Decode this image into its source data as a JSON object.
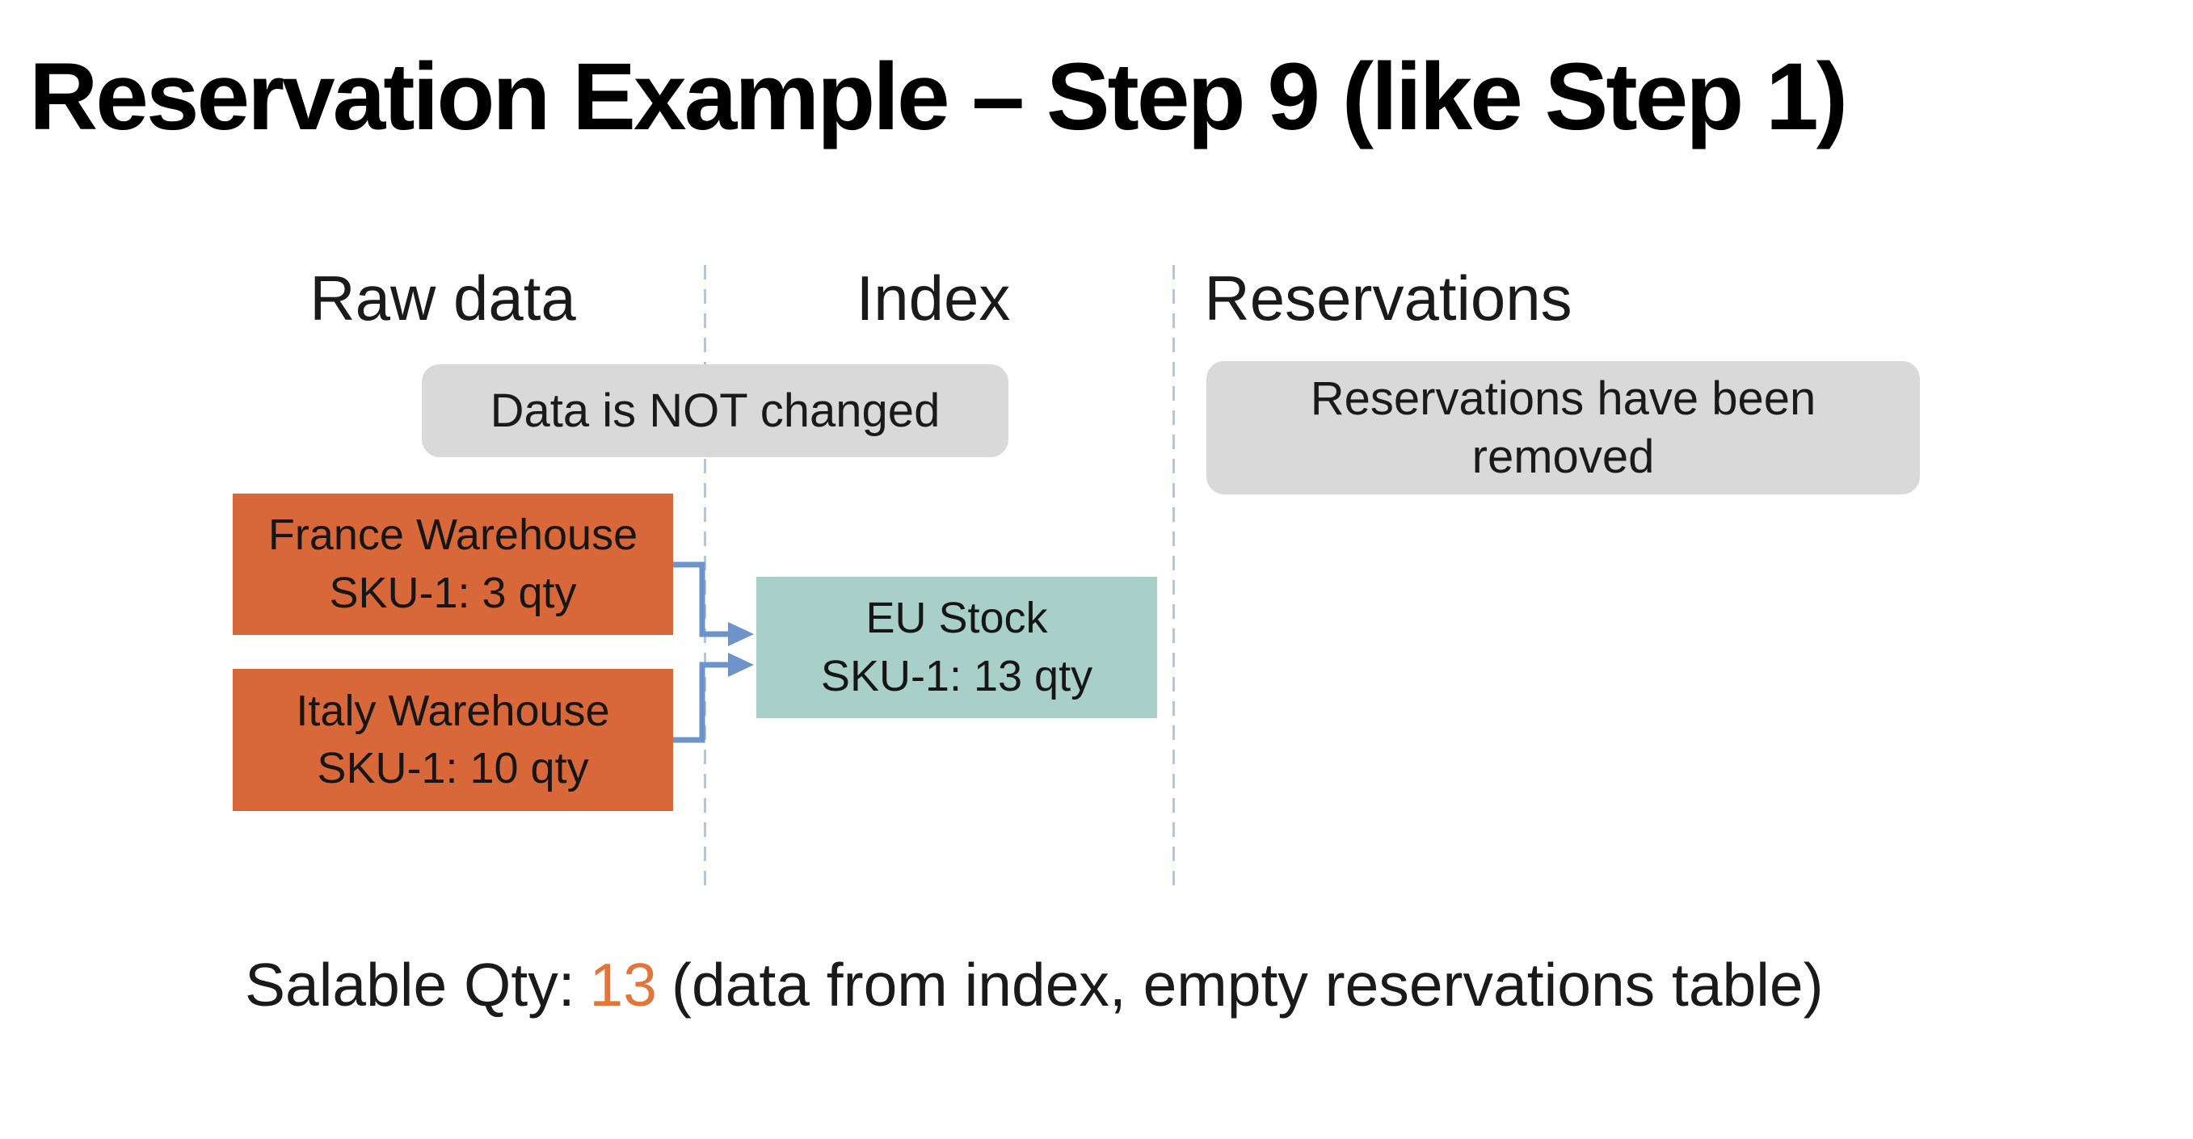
{
  "title": "Reservation Example – Step 9 (like Step 1)",
  "columns": {
    "raw_data": "Raw data",
    "index": "Index",
    "reservations": "Reservations"
  },
  "callouts": {
    "data_not_changed": "Data is NOT changed",
    "reservations_removed": "Reservations have been removed"
  },
  "warehouse_boxes": [
    {
      "name": "France Warehouse",
      "stock": "SKU-1: 3 qty"
    },
    {
      "name": "Italy Warehouse",
      "stock": "SKU-1: 10 qty"
    }
  ],
  "index_box": {
    "name": "EU Stock",
    "stock": "SKU-1: 13 qty"
  },
  "footer": {
    "label": "Salable Qty:",
    "value": "13",
    "note": "(data from index, empty reservations table)"
  },
  "colors": {
    "warehouse_orange": "#d8683a",
    "index_teal": "#a8d0c8",
    "callout_gray": "#d9d9d9",
    "divider_blue": "#aec7e2",
    "connector_blue": "#6d93cb",
    "qty_orange": "#e0763a",
    "text": "#1a1a1a",
    "background": "#ffffff"
  }
}
